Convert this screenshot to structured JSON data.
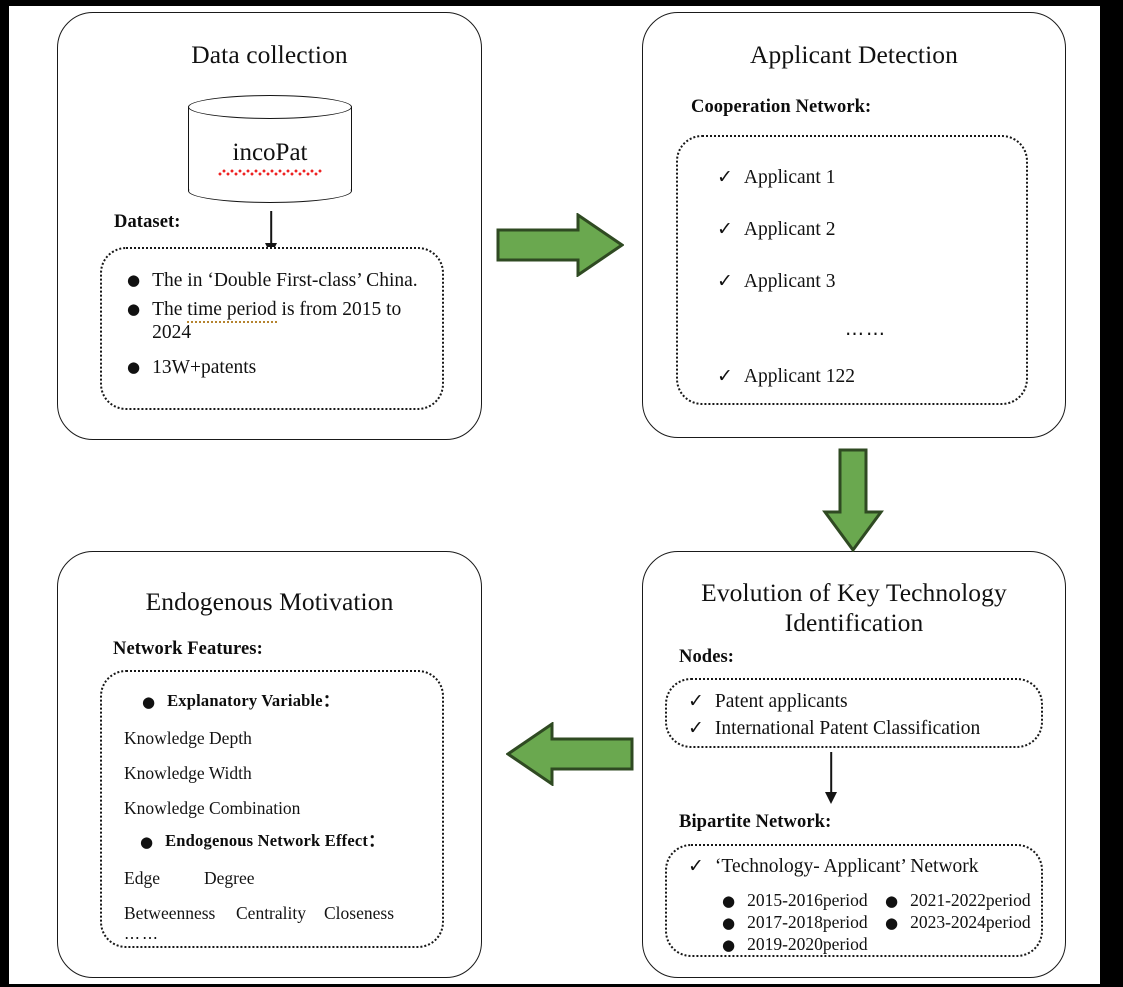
{
  "diagram": {
    "title": "Research framework flowchart",
    "accent_green": "#6aa84f",
    "accent_green_stroke": "#2f4a22",
    "spellcheck_red": "#ee2222",
    "grammar_brown": "#b5842f",
    "line_color": "#141414"
  },
  "stage1": {
    "title": "Data collection",
    "database_label": "incoPat",
    "dataset_heading": "Dataset:",
    "bullets": [
      "The in ‘Double First-class’ China.",
      "The time period is from 2015 to 2024",
      "13W+patents"
    ],
    "bullet2_parts": {
      "before": "The ",
      "underlined": "time period",
      "after": " is from 2015 to",
      "wrap": "2024"
    }
  },
  "stage2": {
    "title": "Applicant Detection",
    "sub_heading": "Cooperation Network:",
    "items": [
      "Applicant 1",
      "Applicant 2",
      "Applicant 3",
      "Applicant 122"
    ],
    "ellipsis": "……"
  },
  "stage3": {
    "title_line1": "Evolution of Key Technology",
    "title_line2": "Identification",
    "nodes_heading": "Nodes:",
    "nodes": [
      "Patent applicants",
      "International Patent Classification"
    ],
    "bipartite_heading": "Bipartite Network:",
    "bipartite_item": "‘Technology- Applicant’ Network",
    "periods_col1": [
      "2015-2016period",
      "2017-2018period",
      "2019-2020period"
    ],
    "periods_col2": [
      "2021-2022period",
      "2023-2024period"
    ]
  },
  "stage4": {
    "title": "Endogenous Motivation",
    "sub_heading": "Network Features:",
    "group1_label": "Explanatory Variable：",
    "group1_items": [
      "Knowledge Depth",
      "Knowledge  Width",
      "Knowledge Combination"
    ],
    "group2_label": "Endogenous Network Effect：",
    "group2_row1": [
      "Edge",
      "Degree"
    ],
    "group2_row2": [
      "Betweenness",
      "Centrality",
      "Closeness"
    ],
    "ellipsis": "……"
  },
  "arrows": {
    "a1": "arrow-right-data-to-applicant",
    "a2": "arrow-down-applicant-to-evolution",
    "a3": "arrow-left-evolution-to-endogenous",
    "a4": "arrow-down-database-to-dataset",
    "a5": "arrow-down-nodes-to-bipartite"
  }
}
